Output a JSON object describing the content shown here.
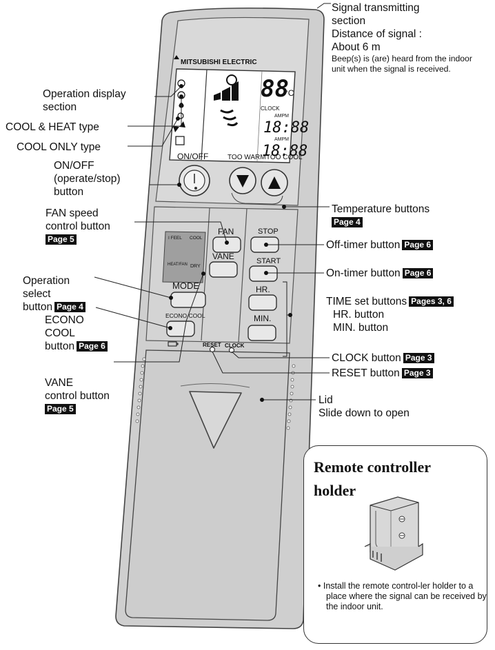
{
  "remote": {
    "brand": "MITSUBISHI ELECTRIC",
    "display": {
      "temp": "88",
      "unit": "°C",
      "clock_label": "CLOCK",
      "time1": "18:88",
      "time2": "18:88",
      "ampm": "AMPM"
    },
    "buttons": {
      "on_off": "ON/OFF",
      "too_warm": "TOO WARM",
      "too_cool": "TOO COOL",
      "fan": "FAN",
      "vane": "VANE",
      "mode": "MODE",
      "econo_cool": "ECONO COOL",
      "stop": "STOP",
      "start": "START",
      "hr": "HR.",
      "min": "MIN.",
      "reset": "RESET",
      "clock": "CLOCK"
    },
    "mode_panel": {
      "i_feel": "I FEEL",
      "cool": "COOL",
      "heat_fan": "HEAT/FAN",
      "dry": "DRY"
    }
  },
  "labels": {
    "signal": {
      "line1": "Signal transmitting",
      "line2": "section",
      "line3": "Distance of signal :",
      "line4": "About 6 m",
      "note": "Beep(s) is (are) heard from the indoor unit when the signal is received."
    },
    "operation_display": {
      "line1": "Operation display",
      "line2": "section"
    },
    "cool_heat": "COOL & HEAT type",
    "cool_only": "COOL ONLY type",
    "on_off": {
      "line1": "ON/OFF",
      "line2": "(operate/stop)",
      "line3": "button"
    },
    "fan_speed": {
      "line1": "FAN speed",
      "line2": "control button",
      "page": "Page 5"
    },
    "operation_select": {
      "line1": "Operation",
      "line2": "select",
      "line3": "button",
      "page": "Page 4"
    },
    "econo": {
      "line1": "ECONO",
      "line2": "COOL",
      "line3": "button",
      "page": "Page 6"
    },
    "vane": {
      "line1": "VANE",
      "line2": "control button",
      "page": "Page 5"
    },
    "temperature": {
      "text": "Temperature buttons",
      "page": "Page 4"
    },
    "off_timer": {
      "text": "Off-timer button",
      "page": "Page 6"
    },
    "on_timer": {
      "text": "On-timer button",
      "page": "Page 6"
    },
    "time_set": {
      "text": "TIME set buttons",
      "page": "Pages 3, 6",
      "hr": "HR. button",
      "min": "MIN. button"
    },
    "clock": {
      "text": "CLOCK button",
      "page": "Page 3"
    },
    "reset": {
      "text": "RESET button",
      "page": "Page 3"
    },
    "lid": {
      "line1": "Lid",
      "line2": "Slide down to open"
    }
  },
  "holder": {
    "title_line1": "Remote controller",
    "title_line2": "holder",
    "note": "• Install the remote control-ler holder to a place where the signal can be received by the indoor unit."
  }
}
